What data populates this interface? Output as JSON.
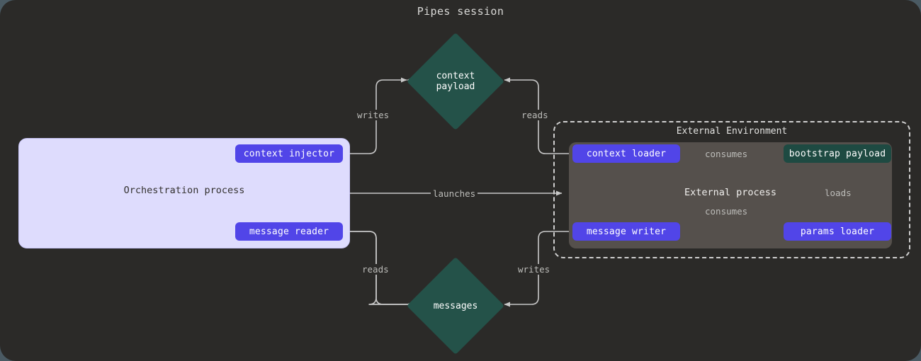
{
  "title": "Pipes session",
  "theme": {
    "page_bg": "#2b2a28",
    "outer_bg": "#4a5a63",
    "edge_color": "#c8c8c8",
    "purple_node": "#5145e8",
    "teal_node": "#1e4a42",
    "diamond_fill": "#245249",
    "orch_cluster_bg": "#dedcfd",
    "proc_cluster_bg": "#55504c"
  },
  "clusters": {
    "orchestration": {
      "label": "Orchestration process"
    },
    "external_environment": {
      "label": "External Environment"
    },
    "external_process": {
      "label": "External process"
    }
  },
  "nodes": {
    "context_injector": {
      "label": "context injector"
    },
    "message_reader": {
      "label": "message reader"
    },
    "context_loader": {
      "label": "context loader"
    },
    "message_writer": {
      "label": "message writer"
    },
    "params_loader": {
      "label": "params loader"
    },
    "bootstrap_payload": {
      "label": "bootstrap payload"
    },
    "context_payload": {
      "label": "context\npayload"
    },
    "messages": {
      "label": "messages"
    }
  },
  "edges": {
    "writes_context": "writes",
    "reads_context": "reads",
    "launches": "launches",
    "reads_messages": "reads",
    "writes_messages": "writes",
    "consumes_context": "consumes",
    "consumes_message": "consumes",
    "loads_params": "loads"
  }
}
